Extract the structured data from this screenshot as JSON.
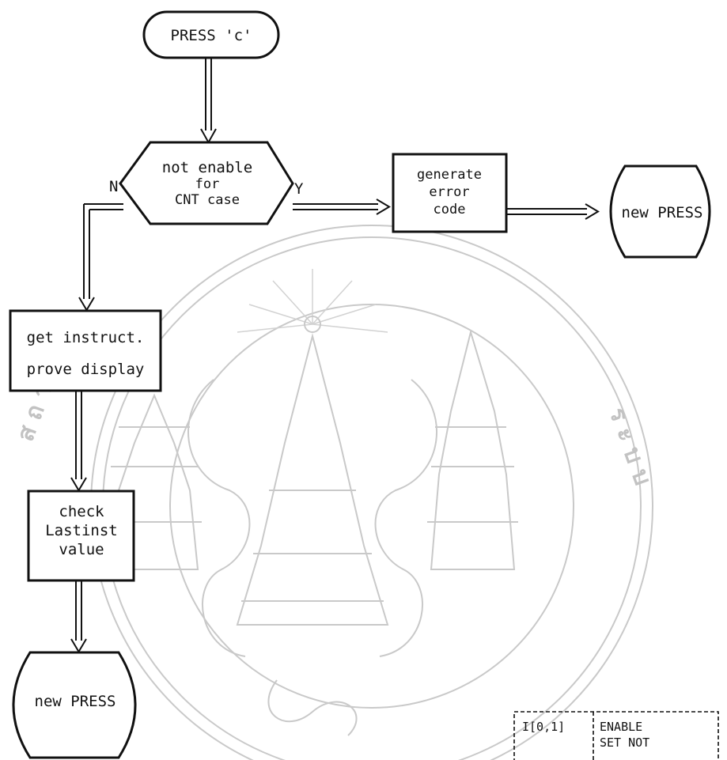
{
  "flowchart": {
    "start": "PRESS 'c'",
    "decision": {
      "line1": "not enable",
      "line2": "for",
      "line3": "CNT case",
      "yes_label": "Y",
      "no_label": "N"
    },
    "error_box": {
      "line1": "generate",
      "line2": "error",
      "line3": "code"
    },
    "end_right": "new PRESS",
    "get_box": {
      "line1": "get instruct.",
      "line2": "prove display"
    },
    "check_box": {
      "line1": "check",
      "line2": "Lastinst",
      "line3": "value"
    },
    "end_bottom": "new PRESS"
  },
  "legend_fragment": {
    "left": "I[0,1]",
    "right_line1": "ENABLE",
    "right_line2": "SET NOT"
  },
  "watermark": {
    "emblem": "university-seal-emblem"
  }
}
